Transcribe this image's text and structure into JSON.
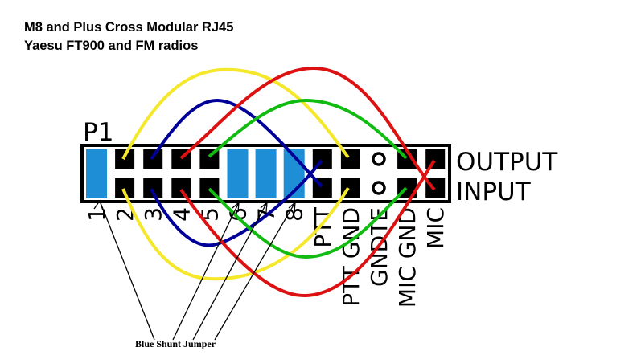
{
  "title_lines": [
    "M8 and Plus Cross Modular RJ45",
    "Yaesu FT900 and FM radios"
  ],
  "header_label": "P1",
  "row_labels": {
    "output": "OUTPUT",
    "input": "INPUT"
  },
  "pins": [
    {
      "number": "1",
      "type": "shunt"
    },
    {
      "number": "2",
      "type": "pin"
    },
    {
      "number": "3",
      "type": "pin"
    },
    {
      "number": "4",
      "type": "pin"
    },
    {
      "number": "5",
      "type": "pin"
    },
    {
      "number": "6",
      "type": "shunt"
    },
    {
      "number": "7",
      "type": "shunt"
    },
    {
      "number": "8",
      "type": "shunt"
    },
    {
      "number": "PTT",
      "type": "pin"
    },
    {
      "number": "PTT GND",
      "type": "pin"
    },
    {
      "number": "GNDTE",
      "type": "open"
    },
    {
      "number": "MIC GND",
      "type": "pin"
    },
    {
      "number": "MIC",
      "type": "pin"
    }
  ],
  "wires": [
    {
      "color": "#f5e82a",
      "name": "yellow"
    },
    {
      "color": "#000099",
      "name": "blue"
    },
    {
      "color": "#dd1111",
      "name": "red"
    },
    {
      "color": "#11bb11",
      "name": "green"
    }
  ],
  "shunt_color": "#1e8fd6",
  "annotation": "Blue Shunt Jumper"
}
